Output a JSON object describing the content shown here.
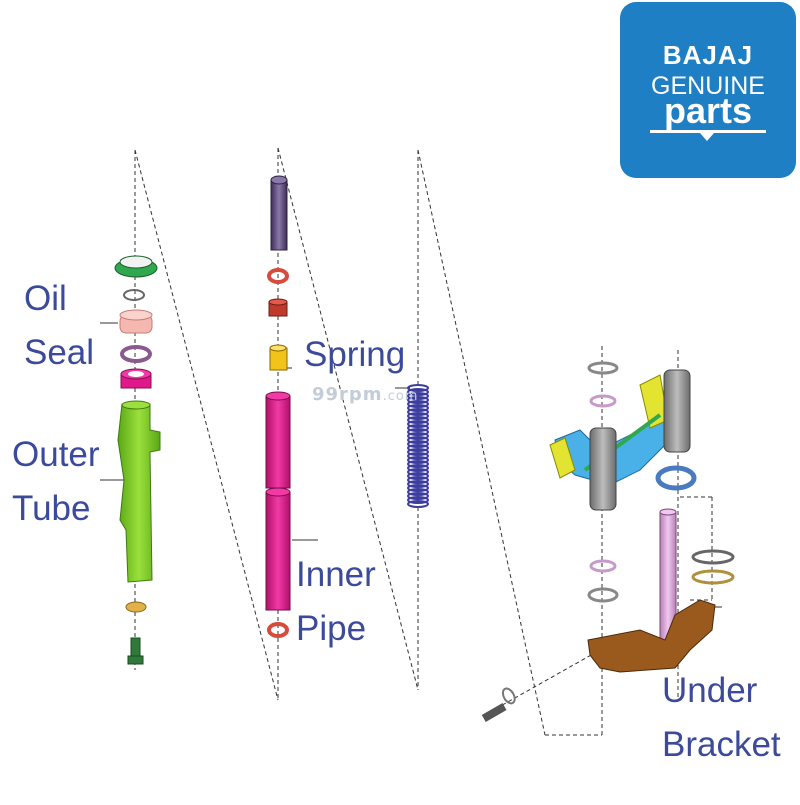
{
  "logo": {
    "brand": "BAJAJ",
    "line2": "GENUINE",
    "line3": "parts",
    "color": "#1f7fc4"
  },
  "watermark": {
    "main": "99rpm",
    "suffix": ".com"
  },
  "labels": {
    "oil_seal": [
      "Oil",
      "Seal"
    ],
    "outer_tube": [
      "Outer",
      "Tube"
    ],
    "spring": "Spring",
    "inner_pipe": [
      "Inner",
      "Pipe"
    ],
    "under_bracket": [
      "Under",
      "Bracket"
    ]
  },
  "colors": {
    "label_text": "#3b4a9a",
    "outer_tube": "#7ed321",
    "inner_pipe": "#e0198a",
    "spring": "#3d3d9e",
    "under_bracket": "#9a5a1e",
    "bolt": "#5b4a7a",
    "oil_seal": "#f4b8b0",
    "dust_seal": "#2fa84f"
  }
}
